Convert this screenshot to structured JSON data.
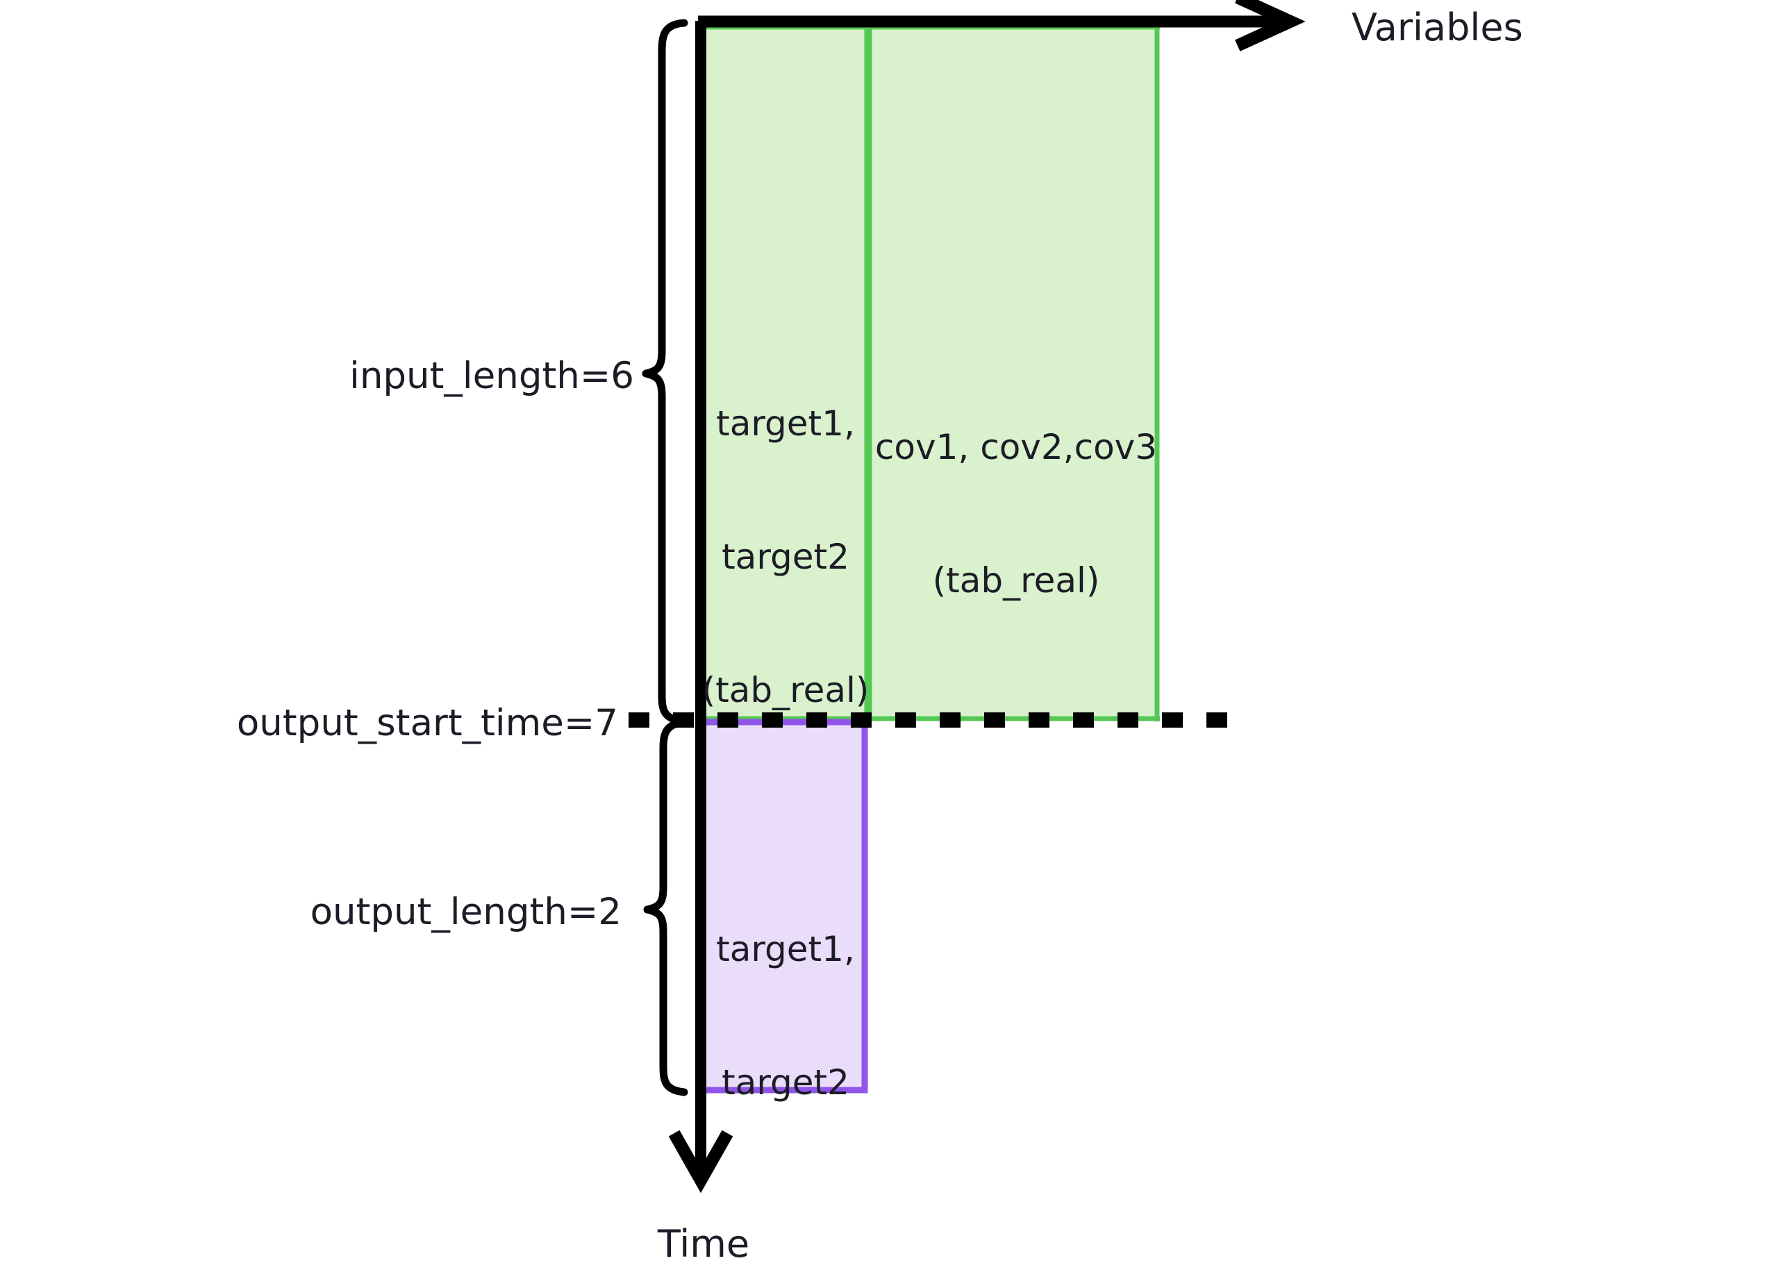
{
  "diagram": {
    "title": "Time series forecasting input/output window layout",
    "axes": {
      "horizontal": {
        "label": "Variables",
        "icon": "arrow-right-icon",
        "direction": "right"
      },
      "vertical": {
        "label": "Time",
        "icon": "arrow-down-icon",
        "direction": "down"
      }
    },
    "braces": {
      "input": {
        "label": "input_length=6",
        "value": 6
      },
      "output": {
        "label": "output_length=2",
        "value": 2
      }
    },
    "markers": {
      "output_start": {
        "label": "output_start_time=7",
        "value": 7,
        "line_style": "dashed"
      }
    },
    "regions": [
      {
        "id": "input-target",
        "text": "target1,\ntarget2\n(tab_real)",
        "lines": [
          "target1,",
          "target2",
          "(tab_real)"
        ],
        "fill": "#d9f2cd",
        "stroke": "#55c854"
      },
      {
        "id": "input-covariates",
        "text": "cov1, cov2,cov3\n(tab_real)",
        "lines": [
          "cov1, cov2,cov3",
          "(tab_real)"
        ],
        "fill": "#d9f2cd",
        "stroke": "#55c854"
      },
      {
        "id": "output-target",
        "text": "target1,\ntarget2",
        "lines": [
          "target1,",
          "target2"
        ],
        "fill": "#e9ddfa",
        "stroke": "#9055e8"
      }
    ],
    "colors": {
      "input_fill": "#d9f2cd",
      "input_stroke": "#55c854",
      "output_fill": "#e9ddfa",
      "output_stroke": "#9055e8",
      "axis": "#000000",
      "text": "#1c1c26",
      "background": "#ffffff"
    }
  }
}
